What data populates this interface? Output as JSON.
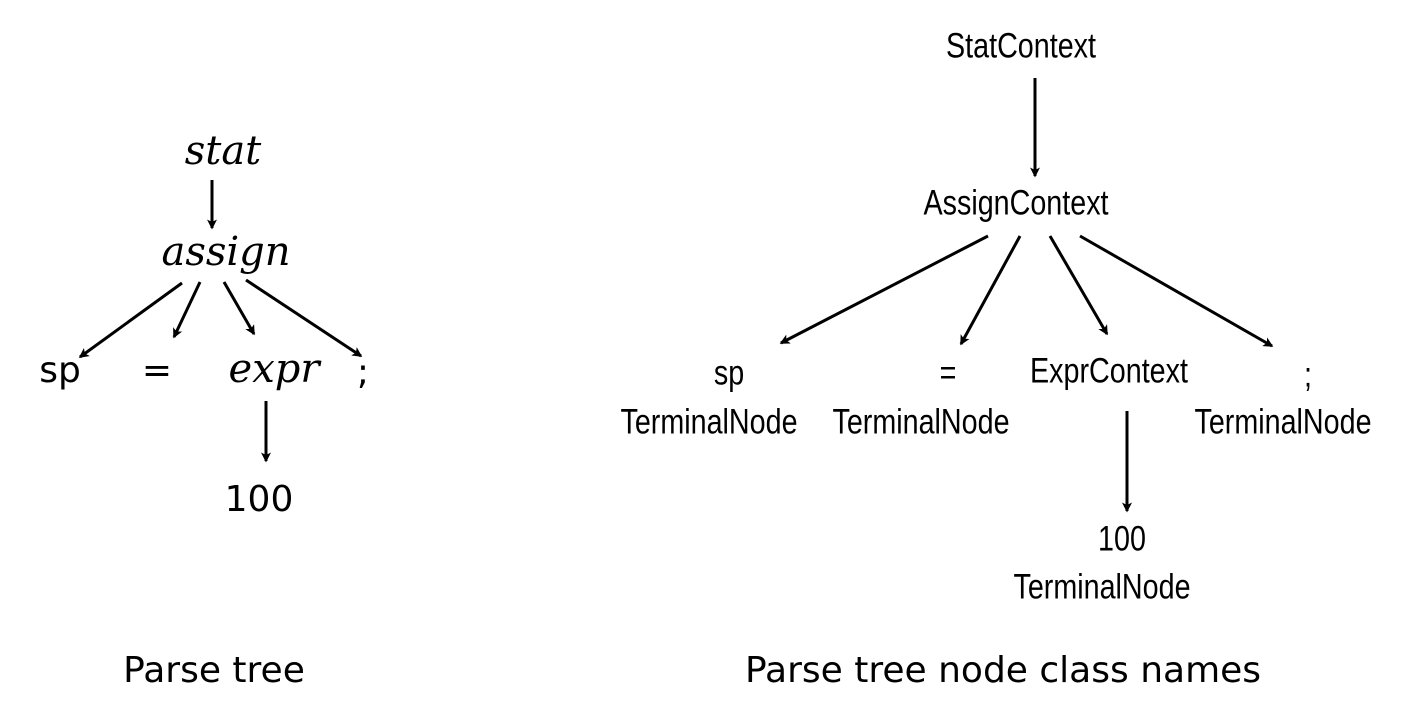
{
  "left_tree": {
    "root": "stat",
    "assign": "assign",
    "sp": "sp",
    "equals": "=",
    "expr": "expr",
    "semicolon": ";",
    "value": "100",
    "caption": "Parse tree"
  },
  "right_tree": {
    "root": "StatContext",
    "assign": "AssignContext",
    "sp_token": "sp",
    "sp_class": "TerminalNode",
    "equals_token": "=",
    "equals_class": "TerminalNode",
    "expr": "ExprContext",
    "semicolon_token": ";",
    "semicolon_class": "TerminalNode",
    "value_token": "100",
    "value_class": "TerminalNode",
    "caption": "Parse tree node class names"
  },
  "colors": {
    "ink": "#000000",
    "background": "#ffffff"
  }
}
